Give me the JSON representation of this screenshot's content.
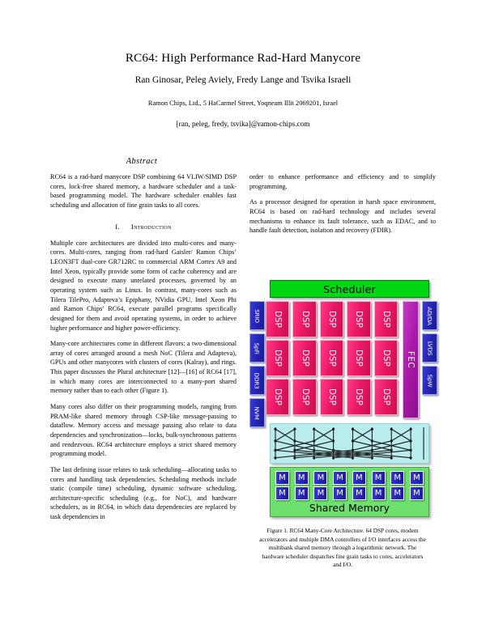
{
  "paper": {
    "title": "RC64: High Performance Rad-Hard Manycore",
    "authors": "Ran Ginosar, Peleg Aviely, Fredy Lange and Tsvika Israeli",
    "affiliation": "Ramon Chips, Ltd., 5 HaCarmel Street, Yoqneam Illit 2069201, Israel",
    "emails": "[ran, peleg, fredy, tsvika]@ramon-chips.com",
    "abstract_heading": "Abstract"
  },
  "left_column": {
    "abstract_text": "RC64 is a rad-hard manycore DSP combining 64 VLIW/SIMD DSP cores, lock-free shared memory, a hardware scheduler and a task-based programming model. The hardware scheduler enables fast scheduling and allocation of fine grain tasks to all cores.",
    "section_numeral": "I.",
    "section_title": "Introduction",
    "paragraphs": [
      "Multiple core architectures are divided into multi-cores and many-cores. Multi-cores, ranging from rad-hard Gaisler/ Ramon Chips’ LEON3FT dual-core GR712RC to commercial ARM Cortex A9 and Intel Xeon, typically provide some form of cache coherency and are designed to execute many unrelated processes, governed by an operating system such as Linux. In contrast, many-cores such as Tilera TilePro, Adapteva’s Epiphany, NVidia GPU, Intel Xeon Phi and Ramon Chips’ RC64, execute parallel programs specifically designed for them and avoid operating systems, in order to achieve higher performance and higher power-efficiency.",
      "Many-core architectures come in different flavors: a two-dimensional array of cores arranged around a mesh NoC (Tilera and Adapteva), GPUs and other manycores with clusters of cores (Kalray), and rings. This paper discusses the Plural architecture [12]—[16] of RC64 [17], in which many cores are interconnected to a many-port shared memory rather than to each other (Figure 1).",
      "Many cores also differ on their programming models, ranging from PRAM-like shared memory through CSP-like message-passing to dataflow. Memory access and message passing also relate to data dependencies and synchronization—locks, bulk-synchronous patterns and rendezvous. RC64 architecture employs a strict shared memory programming model.",
      "The last defining issue relates to task scheduling—allocating tasks to cores and handling task dependencies. Scheduling methods include static (compile time) scheduling, dynamic software scheduling, architecture-specific scheduling (e.g., for NoC), and hardware schedulers, as in RC64, in which data dependencies are replaced by task dependencies in"
    ]
  },
  "right_column": {
    "paragraphs": [
      "order to enhance performance and efficiency and to simplify programming.",
      "As a processor designed for operation in harsh space environment, RC64 is based on rad-hard technology and includes several mechanisms to enhance its fault tolerance, such as EDAC, and to handle fault detection, isolation and recovery (FDIR)."
    ]
  },
  "figure": {
    "scheduler_label": "Scheduler",
    "left_io_labels": [
      "SRIO",
      "SpFi",
      "DDR3",
      "NVM"
    ],
    "right_io_labels": [
      "AD/DA",
      "LVDS",
      "SpW"
    ],
    "dsp_label": "DSP",
    "dsp_rows": 3,
    "dsp_cols": 5,
    "accelerator_label": "FEC",
    "memory_chip_label": "M",
    "memory_rows": 2,
    "memory_cols": 8,
    "shared_memory_label": "Shared Memory",
    "caption": "Figure 1. RC64 Many-Core Architecture. 64 DSP cores, modem accelerators and multiple DMA controllers of I/O interfaces access the multibank shared memory through a logarithmic network. The hardware scheduler dispatches fine grain tasks to cores, accelerators and I/O.",
    "colors": {
      "scheduler": "#00d814",
      "dsp": "#ec1764",
      "io": "#2626b8",
      "fec": "#a818a8",
      "network": "#b9eced",
      "memory": "#6ee06e"
    }
  }
}
